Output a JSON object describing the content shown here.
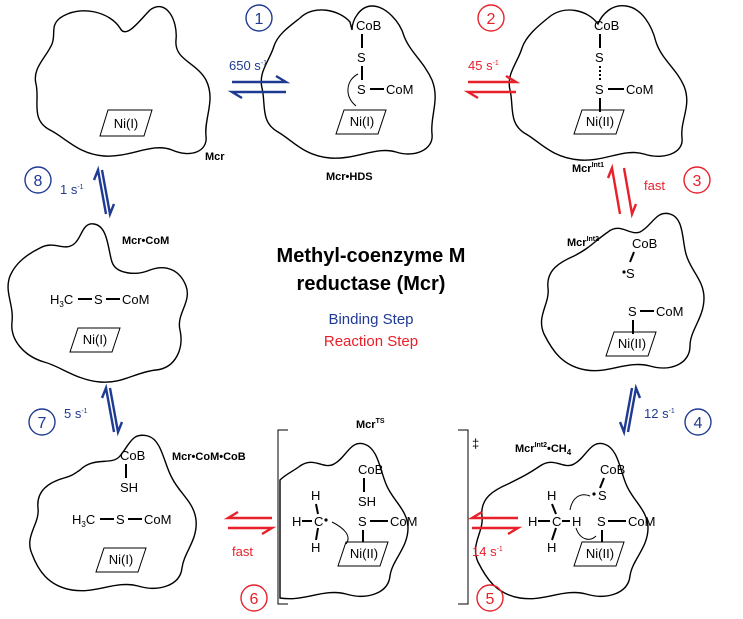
{
  "title": {
    "line1": "Methyl-coenzyme M",
    "line2": "reductase (Mcr)"
  },
  "legend": {
    "binding": "Binding Step",
    "reaction": "Reaction Step"
  },
  "colors": {
    "binding": "#1f3a93",
    "reaction": "#e8202a"
  },
  "states": {
    "mcr": "Mcr",
    "mcr_hds": "Mcr•HDS",
    "mcr_int1": {
      "base": "Mcr",
      "sup": "Int1"
    },
    "mcr_int2": {
      "base": "Mcr",
      "sup": "Int2"
    },
    "mcr_int2_ch4": {
      "base": "Mcr",
      "sup": "Int2",
      "suffix": "•CH",
      "sub": "4"
    },
    "mcr_ts": {
      "base": "Mcr",
      "sup": "TS"
    },
    "mcr_com_cob": "Mcr•CoM•CoB",
    "mcr_com": "Mcr•CoM"
  },
  "steps": [
    {
      "num": "1",
      "rate": "650 s",
      "exp": "-1",
      "type": "binding"
    },
    {
      "num": "2",
      "rate": "45 s",
      "exp": "-1",
      "type": "reaction"
    },
    {
      "num": "3",
      "rate": "fast",
      "exp": "",
      "type": "reaction"
    },
    {
      "num": "4",
      "rate": "12 s",
      "exp": "-1",
      "type": "binding"
    },
    {
      "num": "5",
      "rate": "14 s",
      "exp": "-1",
      "type": "reaction"
    },
    {
      "num": "6",
      "rate": "fast",
      "exp": "",
      "type": "reaction"
    },
    {
      "num": "7",
      "rate": "5 s",
      "exp": "-1",
      "type": "binding"
    },
    {
      "num": "8",
      "rate": "1 s",
      "exp": "-1",
      "type": "binding"
    }
  ],
  "chem": {
    "ni1": "Ni(I)",
    "ni2": "Ni(II)",
    "cob": "CoB",
    "com": "CoM",
    "s": "S",
    "sh": "SH",
    "h": "H",
    "c": "C",
    "h3c": "H",
    "h3c_sub": "3",
    "h3c_c": "C",
    "dagger": "‡"
  }
}
